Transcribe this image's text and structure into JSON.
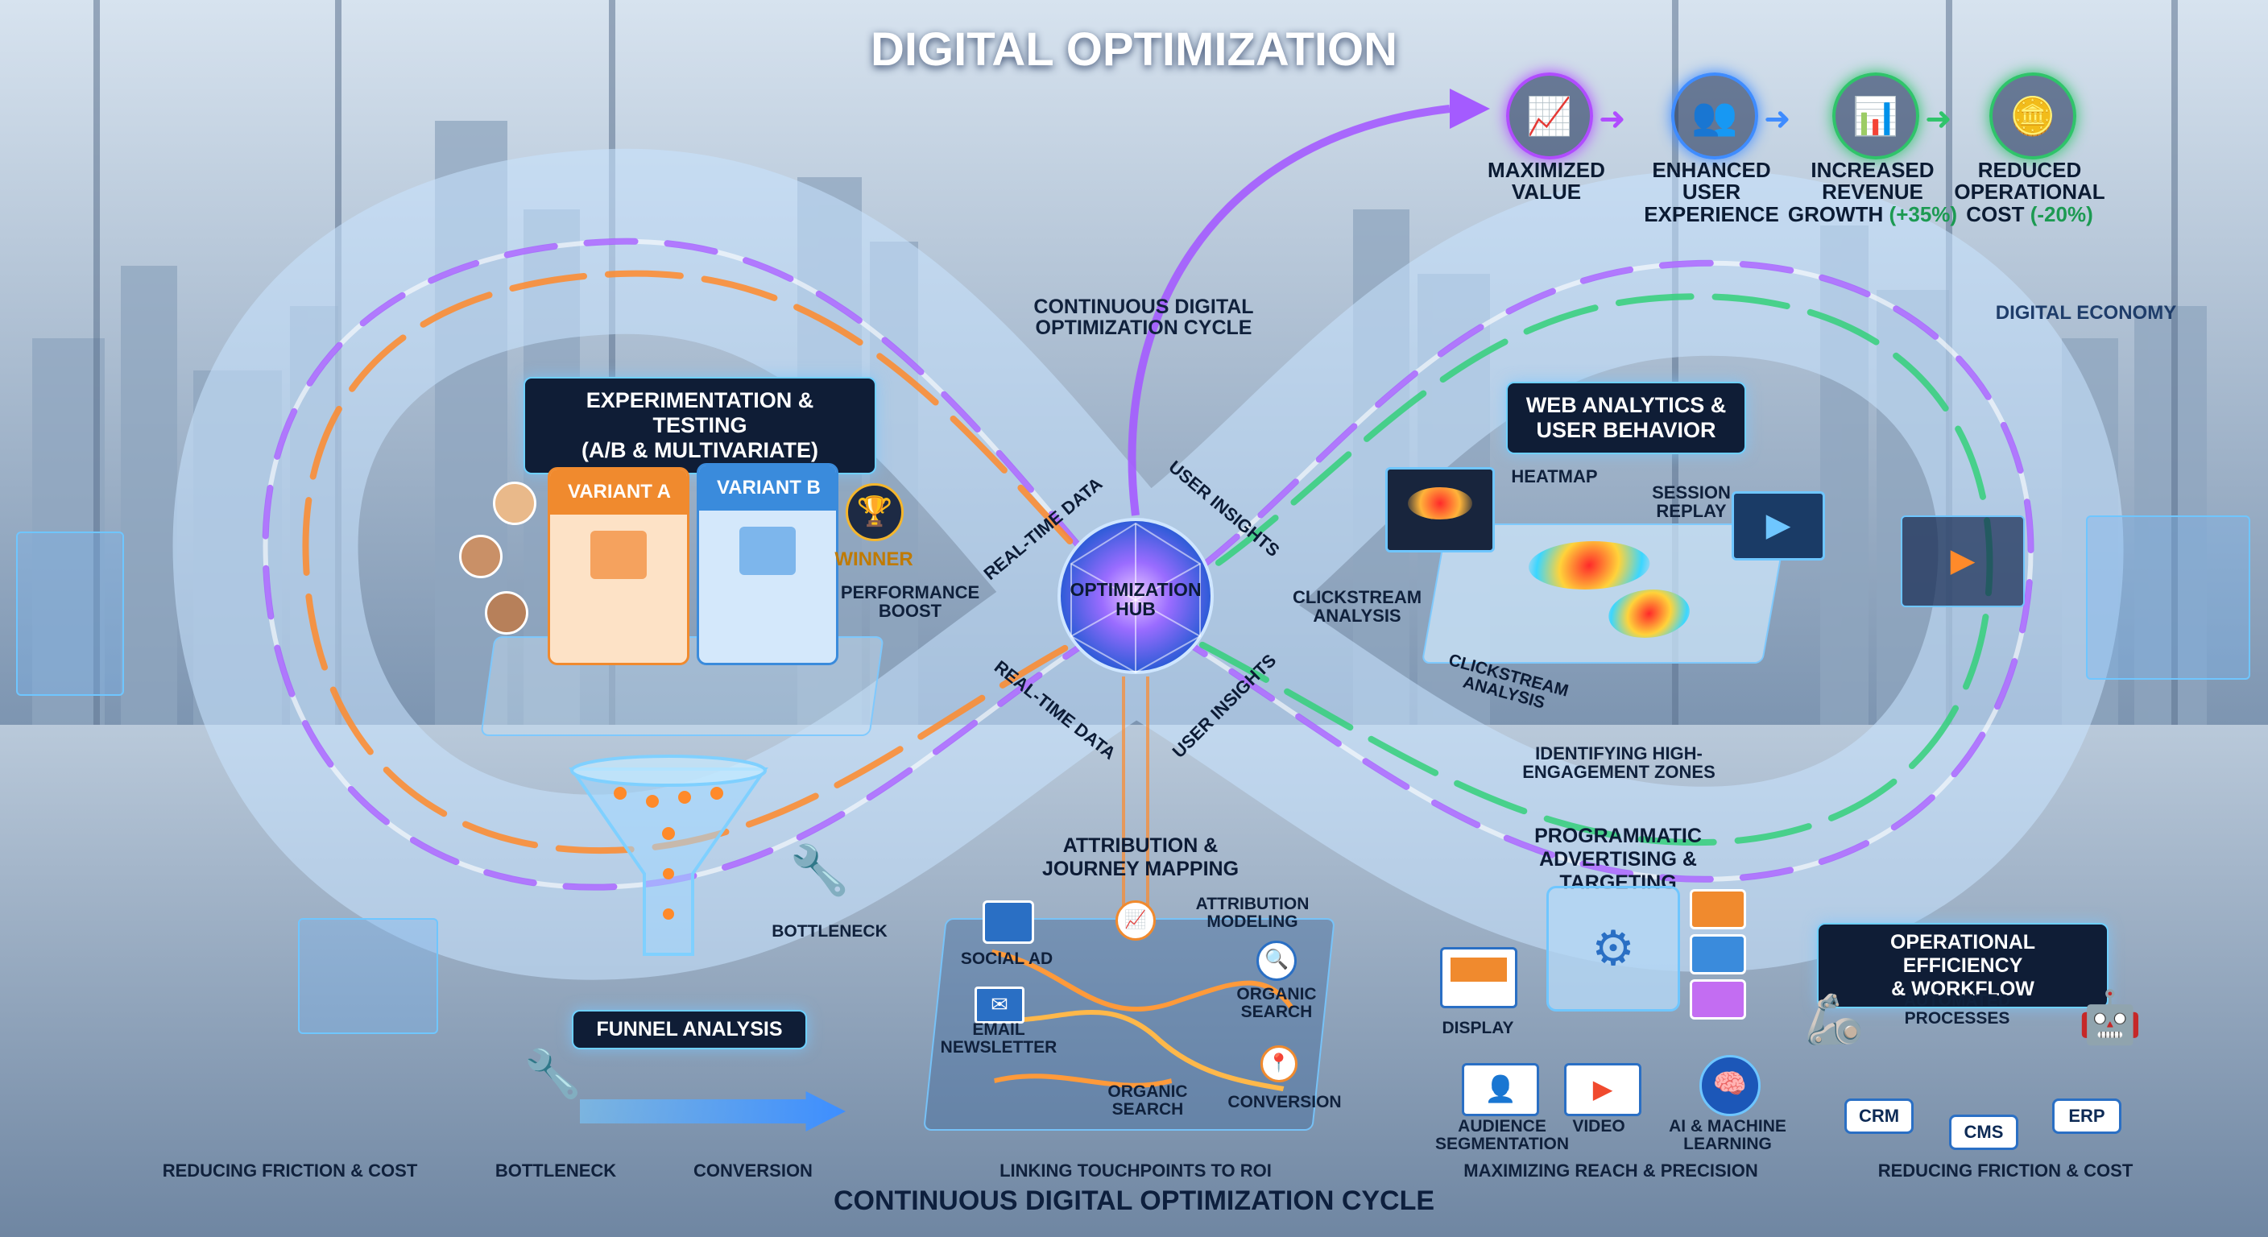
{
  "title": "DIGITAL OPTIMIZATION",
  "bottom_title": "CONTINUOUS DIGITAL OPTIMIZATION CYCLE",
  "cycle_label": "CONTINUOUS DIGITAL\nOPTIMIZATION CYCLE",
  "digital_economy": "DIGITAL ECONOMY",
  "hub": {
    "label": "OPTIMIZATION\nHUB",
    "flows": {
      "realtime_upper": "REAL-TIME DATA",
      "realtime_lower": "REAL-TIME DATA",
      "insights_upper": "USER INSIGHTS",
      "insights_lower": "USER INSIGHTS"
    }
  },
  "outcomes": [
    {
      "label": "MAXIMIZED\nVALUE",
      "icon": "chart-up-icon",
      "color": "#b04cff"
    },
    {
      "label": "ENHANCED\nUSER EXPERIENCE",
      "icon": "users-icon",
      "color": "#3f8cff"
    },
    {
      "label": "INCREASED\nREVENUE\nGROWTH",
      "highlight": "(+35%)",
      "icon": "revenue-growth-icon",
      "color": "#2fc46a"
    },
    {
      "label": "REDUCED\nOPERATIONAL\nCOST",
      "highlight": "(-20%)",
      "icon": "cost-coins-icon",
      "color": "#2fc46a"
    }
  ],
  "experimentation": {
    "heading": "EXPERIMENTATION & TESTING\n(A/B & MULTIVARIATE)",
    "variant_a": "VARIANT A",
    "variant_b": "VARIANT B",
    "winner": "WINNER",
    "performance": "PERFORMANCE\nBOOST",
    "colors": {
      "a": "#f08a2e",
      "b": "#3a8bdc"
    }
  },
  "web_analytics": {
    "heading": "WEB ANALYTICS &\nUSER BEHAVIOR",
    "heatmap": "HEATMAP",
    "session_replay": "SESSION\nREPLAY",
    "clickstream": "CLICKSTREAM\nANALYSIS",
    "clickstream_panel": "CLICKSTREAM ANALYSIS",
    "identifying": "IDENTIFYING HIGH-\nENGAGEMENT ZONES"
  },
  "funnel": {
    "heading": "FUNNEL ANALYSIS",
    "bottleneck_top": "BOTTLENECK",
    "bottleneck_bottom": "BOTTLENECK",
    "conversion": "CONVERSION",
    "reducing": "REDUCING FRICTION & COST"
  },
  "attribution": {
    "heading": "ATTRIBUTION &\nJOURNEY MAPPING",
    "social_ad": "SOCIAL AD",
    "email": "EMAIL\nNEWSLETTER",
    "attribution_modeling": "ATTRIBUTION\nMODELING",
    "organic_search_top": "ORGANIC\nSEARCH",
    "organic_search_bottom": "ORGANIC\nSEARCH",
    "conversion": "CONVERSION",
    "linking": "LINKING TOUCHPOINTS TO ROI"
  },
  "programmatic": {
    "heading": "PROGRAMMATIC\nADVERTISING & TARGETING",
    "display": "DISPLAY",
    "audience": "AUDIENCE\nSEGMENTATION",
    "video": "VIDEO",
    "ai": "AI & MACHINE\nLEARNING",
    "maximizing": "MAXIMIZING REACH & PRECISION"
  },
  "operations": {
    "heading": "OPERATIONAL EFFICIENCY\n& WORKFLOW",
    "automated": "AUTOMATED\nPROCESSES",
    "crm": "CRM",
    "cms": "CMS",
    "erp": "ERP",
    "reducing": "REDUCING FRICTION & COST"
  },
  "colors": {
    "purple": "#a45bff",
    "orange": "#ff8a2a",
    "blue": "#3d8eff",
    "green": "#34d07a",
    "cyan": "#5fd3ff",
    "dark_navy": "#0f1d36"
  }
}
